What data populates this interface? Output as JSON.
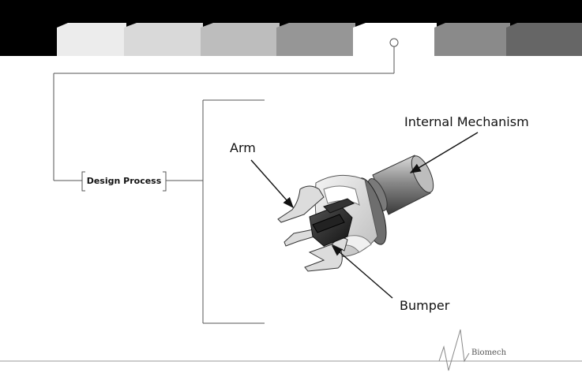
{
  "tabs": [
    {
      "color": "#ececec",
      "active": false
    },
    {
      "color": "#d9d9d9",
      "active": false
    },
    {
      "color": "#bdbdbd",
      "active": false
    },
    {
      "color": "#969696",
      "active": false
    },
    {
      "color": "#ffffff",
      "active": true
    },
    {
      "color": "#8a8a8a",
      "active": false
    },
    {
      "color": "#666666",
      "active": false
    }
  ],
  "section_label": "Design Process",
  "callouts": {
    "internal_mechanism": "Internal Mechanism",
    "arm": "Arm",
    "bumper": "Bumper"
  },
  "footer": {
    "brand": "Biomech"
  },
  "colors": {
    "topbar": "#000000",
    "line": "#555555"
  }
}
